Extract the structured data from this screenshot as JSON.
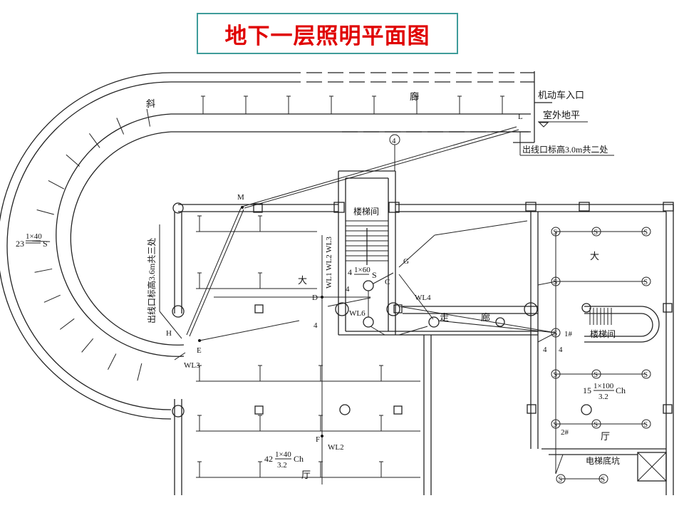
{
  "title": "地下一层照明平面图",
  "colors": {
    "title_text": "#e00000",
    "title_border": "#3f9c9a",
    "lines": "#222222"
  },
  "labels": {
    "ramp_1": "斜",
    "ramp_2": "廊",
    "vehicle_entrance": "机动车入口",
    "outdoor_grade": "室外地平",
    "outlet_note_right": "出线口标高3.0m共二处",
    "outlet_note_left": "出线口标高3.6m共三处",
    "axis_4": "4",
    "stair_1": "楼梯间",
    "stair_2": "楼梯间",
    "hall_big_left": "大",
    "hall_big_right": "大",
    "corridor_1": "走",
    "corridor_2": "廊",
    "hall_left": "厅",
    "hall_right": "厅",
    "elevator_pit": "电梯底坑",
    "wl123": "WL1 WL2 WL3",
    "wl2": "WL2",
    "wl3": "WL3",
    "wl4": "WL4",
    "wl6": "WL6",
    "pt_M": "M",
    "pt_L": "L",
    "pt_H": "H",
    "pt_E": "E",
    "pt_D": "D",
    "pt_C": "C",
    "pt_G": "G",
    "pt_F": "F",
    "panel_1": "1#",
    "panel_2": "2#",
    "count_4a": "4",
    "count_4b": "4",
    "count_4c": "4",
    "count_4d": "4"
  },
  "fixtures": {
    "ramp": {
      "count": "23",
      "spec": "1×40",
      "mount": "S"
    },
    "stair": {
      "count": "4",
      "spec": "1×60",
      "mount": "S"
    },
    "hall_left": {
      "count": "42",
      "spec": "1×40",
      "height": "3.2",
      "mount": "Ch"
    },
    "hall_right": {
      "count": "15",
      "spec": "1×100",
      "height": "3.2",
      "mount": "Ch"
    },
    "lamp_symbol": "S"
  }
}
